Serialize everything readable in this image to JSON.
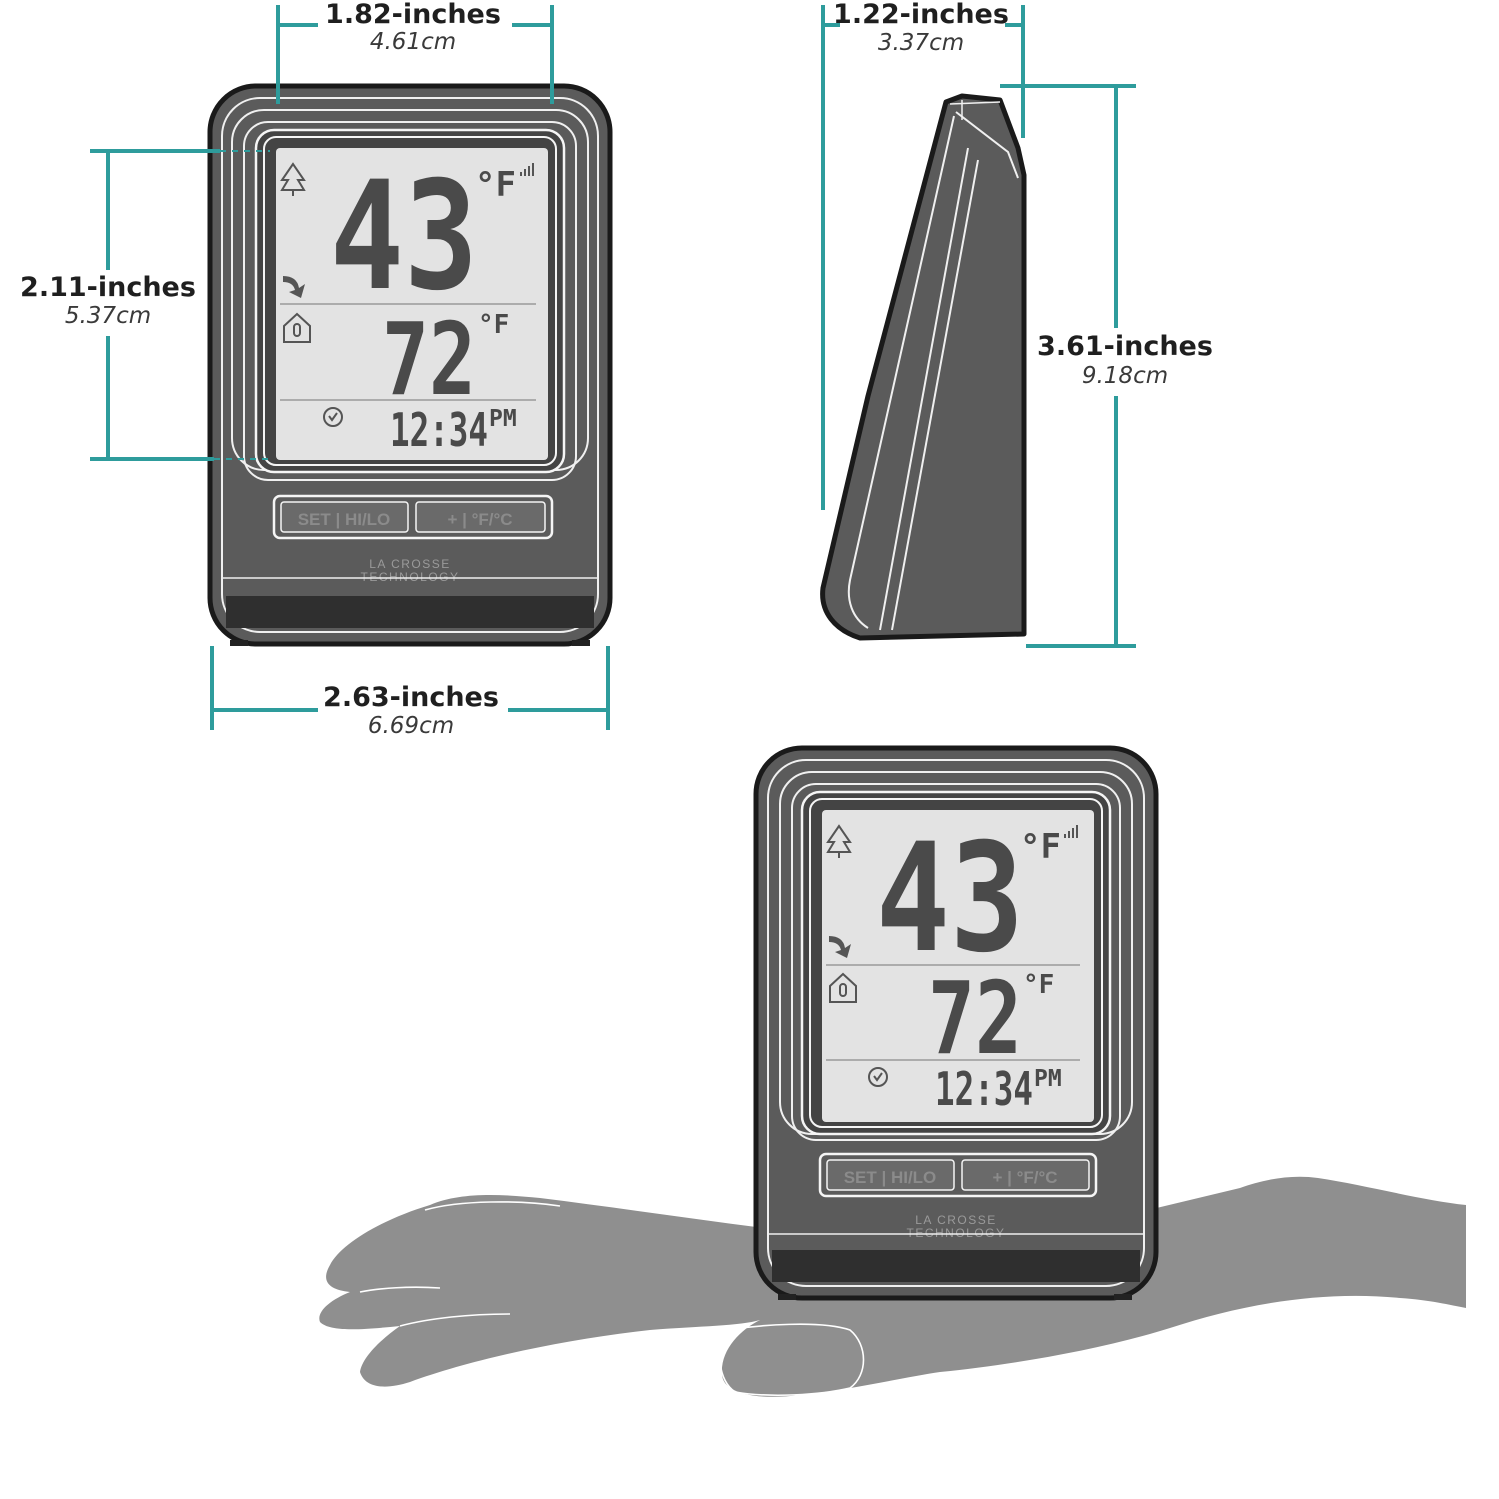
{
  "dimensions": {
    "screen_width": {
      "inches": "1.82-inches",
      "cm": "4.61cm"
    },
    "depth": {
      "inches": "1.22-inches",
      "cm": "3.37cm"
    },
    "screen_height": {
      "inches": "2.11-inches",
      "cm": "5.37cm"
    },
    "total_height": {
      "inches": "3.61-inches",
      "cm": "9.18cm"
    },
    "total_width": {
      "inches": "2.63-inches",
      "cm": "6.69cm"
    }
  },
  "display": {
    "outdoor_temp": "43",
    "outdoor_unit": "°F",
    "indoor_temp": "72",
    "indoor_unit": "°F",
    "time": "12:34",
    "ampm": "PM"
  },
  "buttons": {
    "left": "SET | HI/LO",
    "right": "+ | °F/°C"
  },
  "brand": {
    "line1": "LA CROSSE",
    "line2": "TECHNOLOGY"
  },
  "colors": {
    "dimension_line": "#2e9c9c",
    "device_body": "#5b5b5b",
    "lcd_screen": "#e3e3e3",
    "hand": "#8f8f8f"
  }
}
